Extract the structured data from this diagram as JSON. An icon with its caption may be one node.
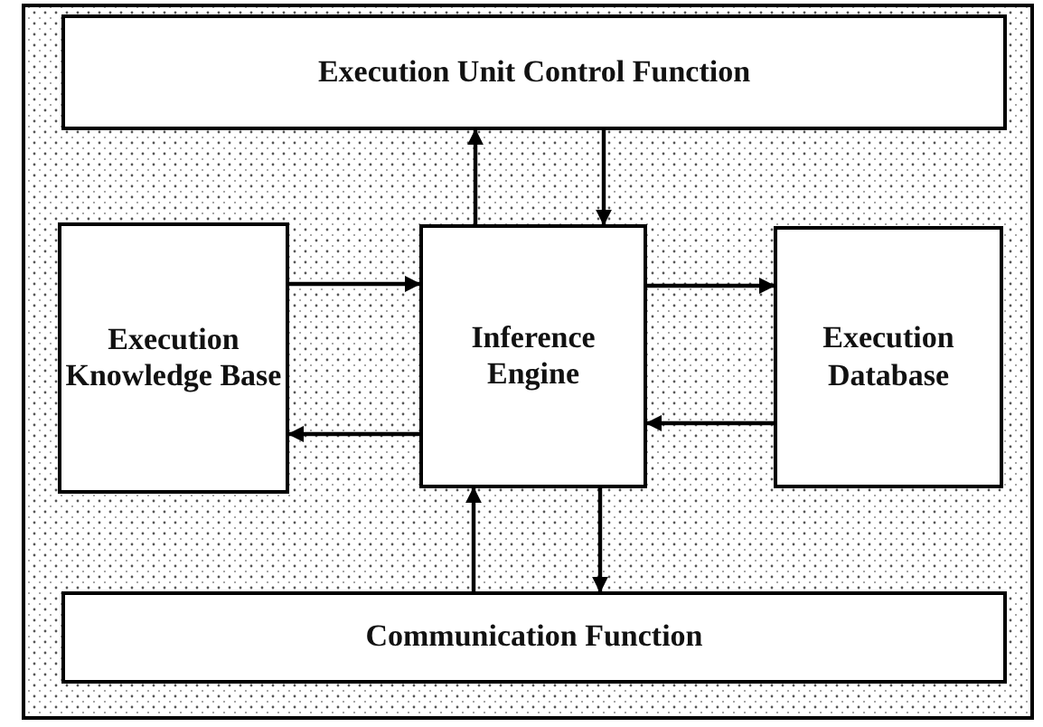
{
  "diagram": {
    "nodes": [
      {
        "text": [
          "Execution Unit Control Function"
        ]
      },
      {
        "text": [
          "Execution Knowledge Base"
        ]
      },
      {
        "text": [
          "Inference Engine"
        ]
      },
      {
        "text": [
          "Execution Database"
        ]
      },
      {
        "text": [
          "Communication Function"
        ]
      }
    ],
    "edges": [
      {
        "from": 2,
        "to": 0,
        "arrow": "to"
      },
      {
        "from": 0,
        "to": 2,
        "arrow": "to"
      },
      {
        "from": 1,
        "to": 2,
        "arrow": "to"
      },
      {
        "from": 2,
        "to": 1,
        "arrow": "to"
      },
      {
        "from": 2,
        "to": 3,
        "arrow": "to"
      },
      {
        "from": 3,
        "to": 2,
        "arrow": "to"
      },
      {
        "from": 4,
        "to": 2,
        "arrow": "to"
      },
      {
        "from": 2,
        "to": 4,
        "arrow": "to"
      }
    ]
  }
}
